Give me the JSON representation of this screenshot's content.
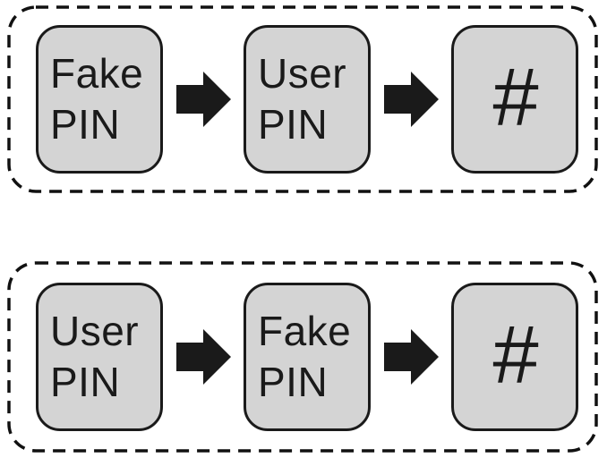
{
  "diagram": {
    "rows": [
      {
        "steps": [
          "Fake\nPIN",
          "User\nPIN",
          "#"
        ]
      },
      {
        "steps": [
          "User\nPIN",
          "Fake\nPIN",
          "#"
        ]
      }
    ]
  },
  "colors": {
    "background": "#ffffff",
    "key_fill": "#d4d4d4",
    "key_border": "#1a1a1a",
    "arrow": "#1a1a1a",
    "container_border": "#111111",
    "text": "#1a1a1a"
  }
}
